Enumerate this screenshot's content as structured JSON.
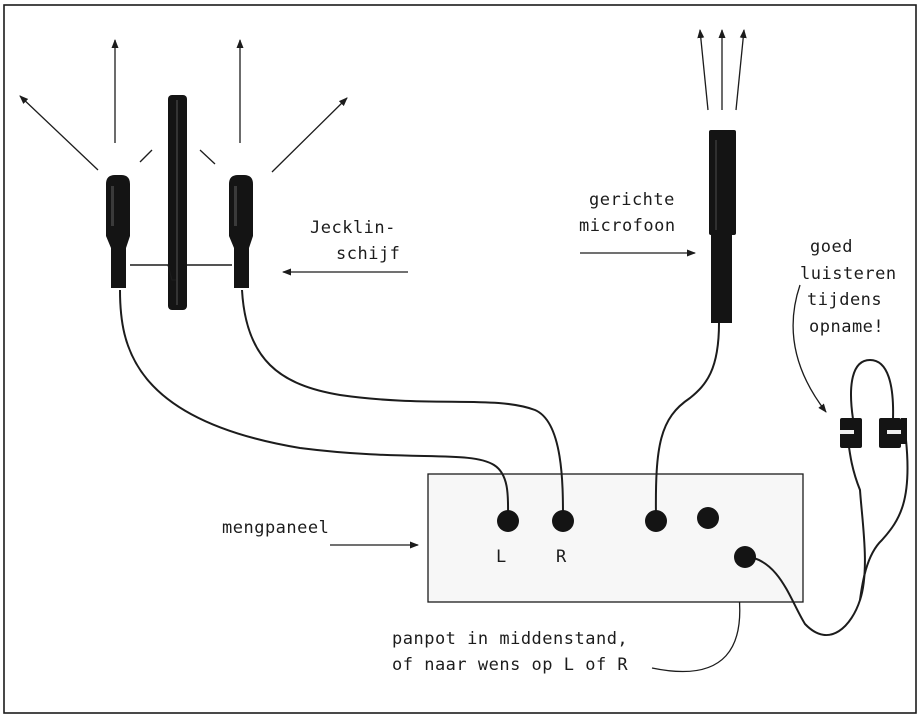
{
  "colors": {
    "ink": "#1c1c1c",
    "microphone": "#141414",
    "panel_fill": "#f7f7f7",
    "background": "#ffffff"
  },
  "labels": {
    "jecklin_line1": "Jecklin-",
    "jecklin_line2": "schijf",
    "directional_line1": "gerichte",
    "directional_line2": "microfoon",
    "headphones_line1": "goed",
    "headphones_line2": "luisteren",
    "headphones_line3": "tijdens",
    "headphones_line4": "opname!",
    "mixer": "mengpaneel",
    "channel_left": "L",
    "channel_right": "R",
    "panpot_line1": "panpot in middenstand,",
    "panpot_line2": "of naar wens op L of R"
  },
  "icons": [
    "microphone-left-icon",
    "microphone-right-icon",
    "jecklin-disc-icon",
    "directional-microphone-icon",
    "headphones-icon"
  ]
}
